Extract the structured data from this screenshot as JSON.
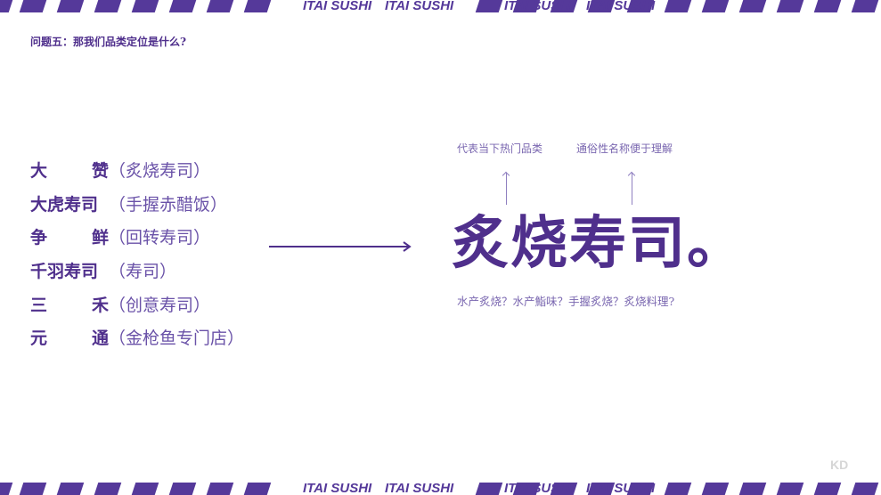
{
  "brand_band": {
    "text": "ITAI SUSHI"
  },
  "title": "问题五：那我们品类定位是什么?",
  "brands": [
    {
      "name": [
        "大",
        "赞"
      ],
      "desc": "（炙烧寿司）"
    },
    {
      "name": [
        "大虎寿司"
      ],
      "desc": "（手握赤醋饭）"
    },
    {
      "name": [
        "争",
        "鲜"
      ],
      "desc": "（回转寿司）"
    },
    {
      "name": [
        "千羽寿司"
      ],
      "desc": "（寿司）"
    },
    {
      "name": [
        "三",
        "禾"
      ],
      "desc": "（创意寿司）"
    },
    {
      "name": [
        "元",
        "通"
      ],
      "desc": "（金枪鱼专门店）"
    }
  ],
  "headline": "炙烧寿司。",
  "note_left": "代表当下热门品类",
  "note_right": "通俗性名称便于理解",
  "alternatives": "水产炙烧？水产鮨味？手握炙烧？炙烧料理?",
  "corner_logo": "KD",
  "colors": {
    "accent": "#55399a"
  }
}
